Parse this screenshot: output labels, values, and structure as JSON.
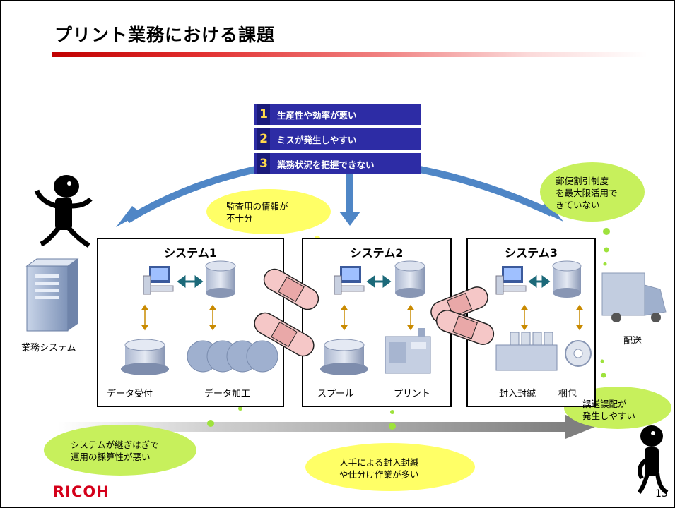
{
  "title": "プリント業務における課題",
  "issues": [
    {
      "num": "1",
      "text": "生産性や効率が悪い"
    },
    {
      "num": "2",
      "text": "ミスが発生しやすい"
    },
    {
      "num": "3",
      "text": "業務状況を把握できない"
    }
  ],
  "systems": [
    {
      "label": "システム1",
      "captions": [
        "データ受付",
        "データ加工"
      ]
    },
    {
      "label": "システム2",
      "captions": [
        "スプール",
        "プリント"
      ]
    },
    {
      "label": "システム3",
      "captions": [
        "封入封緘",
        "梱包"
      ]
    }
  ],
  "left_label": "業務システム",
  "right_label": "配送",
  "clouds": {
    "audit": [
      "監査用の情報が",
      "不十分"
    ],
    "postal": [
      "郵便割引制度",
      "を最大限活用で",
      "きていない"
    ],
    "misdelivery": [
      "誤送誤配が",
      "発生しやすい"
    ],
    "patchwork": [
      "システムが継ぎはぎで",
      "運用の採算性が悪い"
    ],
    "manual": [
      "人手による封入封緘",
      "や仕分け作業が多い"
    ]
  },
  "logo": "RICOH",
  "page_number": "13",
  "colors": {
    "title_rule": "#c00000",
    "issue_bg": "#2d2ca5",
    "issue_num": "#ffd84a",
    "cloud_green": "#c7f05c",
    "cloud_yellow": "#ffff66",
    "arrow_blue": "#4f86c6",
    "logo_red": "#d4001a"
  }
}
